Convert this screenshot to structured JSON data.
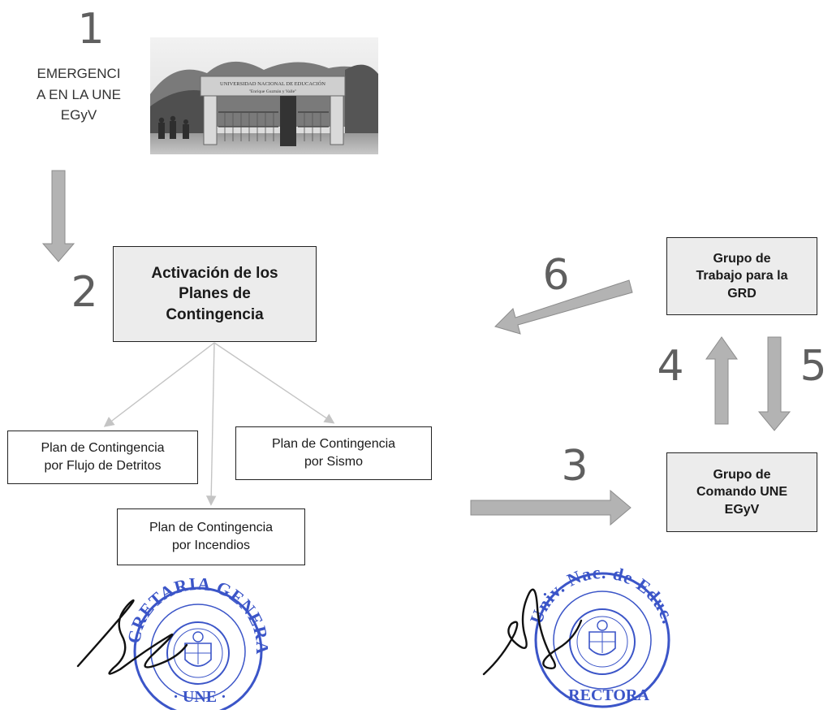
{
  "steps": {
    "s1": "1",
    "s2": "2",
    "s3": "3",
    "s4": "4",
    "s5": "5",
    "s6": "6"
  },
  "emergency_label": "EMERGENCI\nA EN LA UNE\nEGyV",
  "photo": {
    "sign_text": "UNIVERSIDAD NACIONAL DE EDUCACIÓN",
    "sign_subtext": "\"Enrique Guzmán y Valle\""
  },
  "activation_box": "Activación de los\nPlanes de\nContingencia",
  "plans": {
    "flujo": "Plan de Contingencia\npor Flujo de Detritos",
    "sismo": "Plan de Contingencia\npor Sismo",
    "incendios": "Plan de Contingencia\npor Incendios"
  },
  "grupo_trabajo": "Grupo de\nTrabajo para la\nGRD",
  "grupo_comando": "Grupo de\nComando UNE\nEGyV",
  "seal_left": {
    "outer_text": "SECRETARIA GENERAL",
    "bottom_text": "· UNE ·"
  },
  "seal_right": {
    "outer_text": "Univ. Nac. de Educ.",
    "bottom_text": "RECTORA"
  },
  "colors": {
    "step_number": "#5f5f5f",
    "arrow_fill": "#b3b3b3",
    "arrow_stroke": "#8c8c8c",
    "box_gray": "#ececec",
    "connector": "#c4c4c4",
    "seal_blue": "#3b55c8"
  }
}
